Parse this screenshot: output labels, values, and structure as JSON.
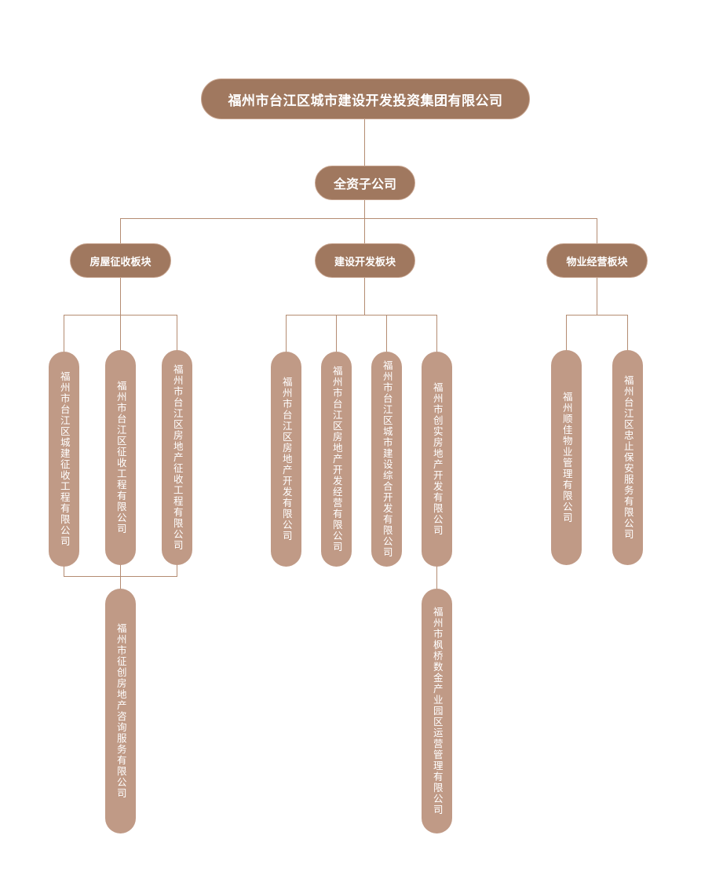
{
  "root": {
    "label": "福州市台江区城市建设开发投资集团有限公司"
  },
  "level1": {
    "label": "全资子公司"
  },
  "sections": [
    {
      "label": "房屋征收板块",
      "companies": [
        "福州市台江区城建征收工程有限公司",
        "福州市台江区征收工程有限公司",
        "福州市台江区房地产征收工程有限公司"
      ],
      "subsidiary": "福州市征创房地产咨询服务有限公司"
    },
    {
      "label": "建设开发板块",
      "companies": [
        "福州市台江区房地产开发有限公司",
        "福州市台江区房地产开发经营有限公司",
        "福州市台江区城市建设综合开发有限公司",
        "福州市创实房地产开发有限公司"
      ],
      "subsidiary": "福州市枫桥数金产业园区运营管理有限公司"
    },
    {
      "label": "物业经营板块",
      "companies": [
        "福州顺佳物业管理有限公司",
        "福州台江区忠止保安服务有限公司"
      ]
    }
  ],
  "colors": {
    "dark_node": "#A0785F",
    "light_node": "#C09A86",
    "connector": "#B48C72",
    "text": "#ffffff"
  }
}
